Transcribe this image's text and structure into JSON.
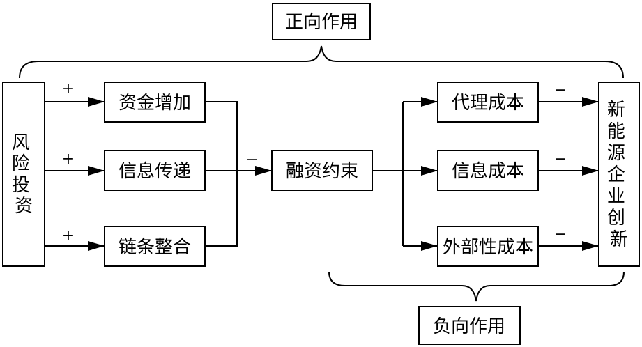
{
  "nodes": {
    "venture_investment": "风险投资",
    "capital_increase": "资金增加",
    "information_transfer": "信息传递",
    "chain_integration": "链条整合",
    "financing_constraint": "融资约束",
    "agency_cost": "代理成本",
    "information_cost": "信息成本",
    "external_cost": "外部性成本",
    "nev_innovation": "新能源企业创新"
  },
  "effects": {
    "positive": "正向作用",
    "negative": "负向作用"
  },
  "signs": {
    "capital_increase": "+",
    "information_transfer": "+",
    "chain_integration": "+",
    "to_financing_constraint": "−",
    "agency_cost": "−",
    "information_cost": "−",
    "external_cost": "−"
  },
  "colors": {
    "stroke": "#000000",
    "background": "#ffffff"
  }
}
